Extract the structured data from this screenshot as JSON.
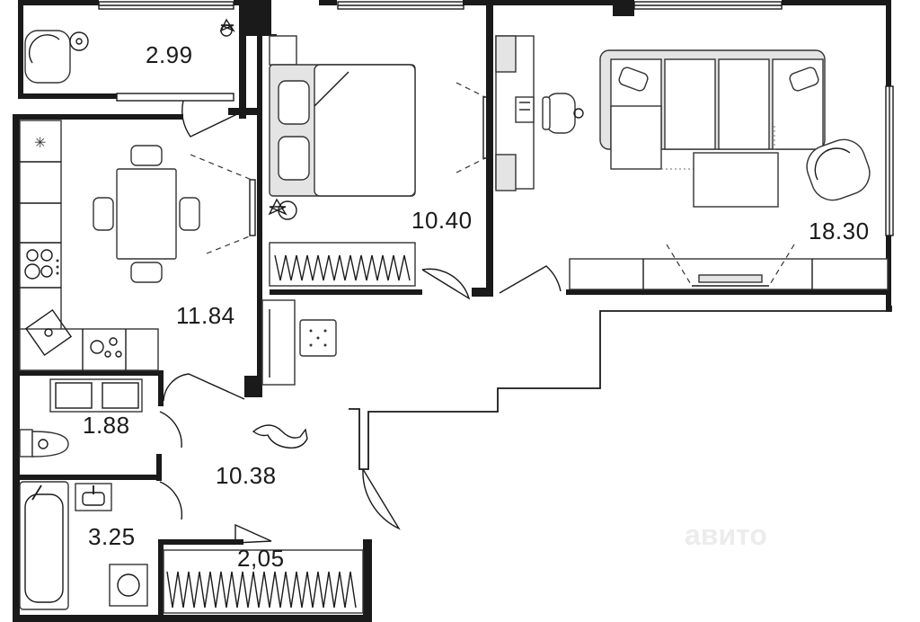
{
  "rooms": {
    "loggia": {
      "area": "2.99"
    },
    "kitchen": {
      "area": "11.84"
    },
    "bedroom": {
      "area": "10.40"
    },
    "living": {
      "area": "18.30"
    },
    "toilet": {
      "area": "1.88"
    },
    "hall": {
      "area": "10.38"
    },
    "bathroom": {
      "area": "3.25"
    },
    "storage": {
      "area": "2,05"
    }
  },
  "watermark": "авито",
  "colors": {
    "wall": "#1a1a1a",
    "furniture_fill": "#e4e4e4",
    "background": "#ffffff"
  }
}
